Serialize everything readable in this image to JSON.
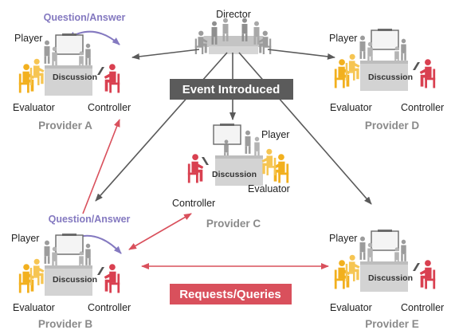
{
  "director": {
    "label": "Director"
  },
  "event_banner": {
    "label": "Event Introduced",
    "color": "#5b5b5b"
  },
  "requests_banner": {
    "label": "Requests/Queries",
    "color": "#d9505c"
  },
  "question_answer": "Question/Answer",
  "discussion_label": "Discussion",
  "colors": {
    "evaluator": "#f2b01e",
    "controller": "#d94050",
    "player": "#9c9c9c",
    "gray_arrow": "#5a5a5a",
    "red_arrow": "#d9505c",
    "purple_arrow": "#8479c0"
  },
  "providers": [
    {
      "name": "Provider A",
      "player": "Player",
      "evaluator": "Evaluator",
      "controller": "Controller",
      "qa": "Question/Answer"
    },
    {
      "name": "Provider B",
      "player": "Player",
      "evaluator": "Evaluator",
      "controller": "Controller",
      "qa": "Question/Answer"
    },
    {
      "name": "Provider C",
      "player": "Player",
      "evaluator": "Evaluator",
      "controller": "Controller"
    },
    {
      "name": "Provider D",
      "player": "Player",
      "evaluator": "Evaluator",
      "controller": "Controller"
    },
    {
      "name": "Provider E",
      "player": "Player",
      "evaluator": "Evaluator",
      "controller": "Controller"
    }
  ]
}
